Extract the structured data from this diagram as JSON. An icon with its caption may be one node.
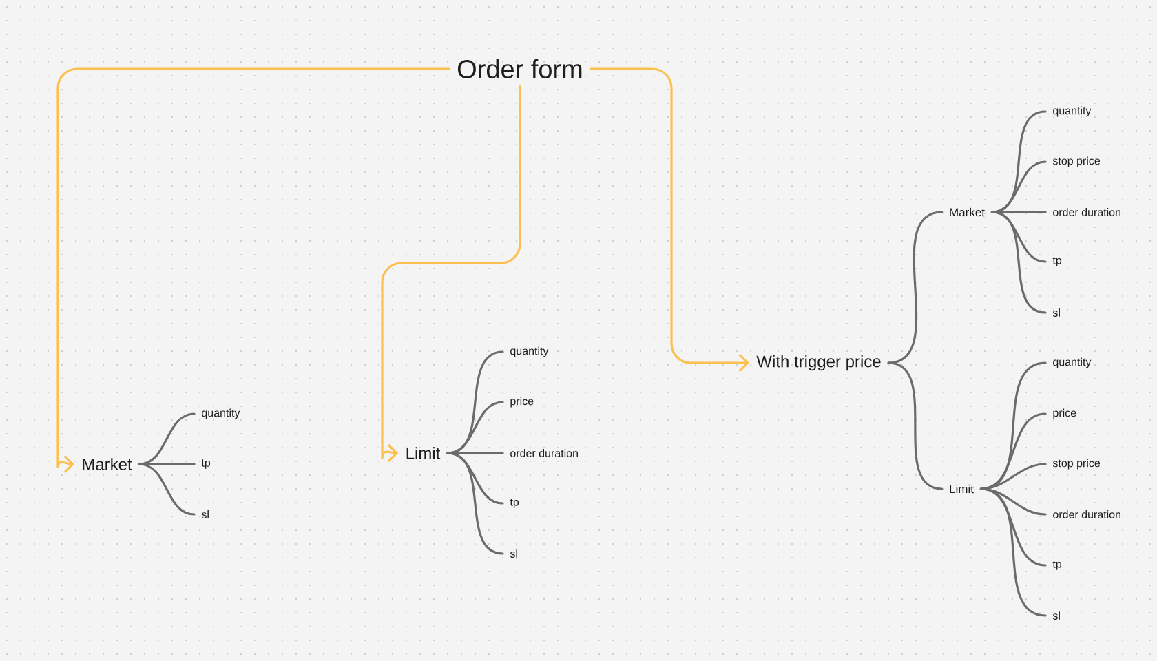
{
  "diagram": {
    "nodes": [
      {
        "text": [
          "Order form"
        ]
      },
      {
        "text": [
          "Market"
        ]
      },
      {
        "text": [
          "quantity"
        ]
      },
      {
        "text": [
          "tp"
        ]
      },
      {
        "text": [
          "sl"
        ]
      },
      {
        "text": [
          "Limit"
        ]
      },
      {
        "text": [
          "quantity"
        ]
      },
      {
        "text": [
          "price"
        ]
      },
      {
        "text": [
          "order duration"
        ]
      },
      {
        "text": [
          "tp"
        ]
      },
      {
        "text": [
          "sl"
        ]
      },
      {
        "text": [
          "With trigger price"
        ]
      },
      {
        "text": [
          "Market"
        ]
      },
      {
        "text": [
          "quantity"
        ]
      },
      {
        "text": [
          "stop price"
        ]
      },
      {
        "text": [
          "order duration"
        ]
      },
      {
        "text": [
          "tp"
        ]
      },
      {
        "text": [
          "sl"
        ]
      },
      {
        "text": [
          "Limit"
        ]
      },
      {
        "text": [
          "quantity"
        ]
      },
      {
        "text": [
          "price"
        ]
      },
      {
        "text": [
          "stop price"
        ]
      },
      {
        "text": [
          "order duration"
        ]
      },
      {
        "text": [
          "tp"
        ]
      },
      {
        "text": [
          "sl"
        ]
      }
    ],
    "edges": [
      {
        "from": 0,
        "to": 1,
        "arrow": "to",
        "color": "#fbc04f"
      },
      {
        "from": 0,
        "to": 5,
        "arrow": "to",
        "color": "#fbc04f"
      },
      {
        "from": 0,
        "to": 11,
        "arrow": "to",
        "color": "#fbc04f"
      },
      {
        "from": 1,
        "to": 2,
        "arrow": "none"
      },
      {
        "from": 1,
        "to": 3,
        "arrow": "none"
      },
      {
        "from": 1,
        "to": 4,
        "arrow": "none"
      },
      {
        "from": 5,
        "to": 6,
        "arrow": "none"
      },
      {
        "from": 5,
        "to": 7,
        "arrow": "none"
      },
      {
        "from": 5,
        "to": 8,
        "arrow": "none"
      },
      {
        "from": 5,
        "to": 9,
        "arrow": "none"
      },
      {
        "from": 5,
        "to": 10,
        "arrow": "none"
      },
      {
        "from": 11,
        "to": 12,
        "arrow": "none"
      },
      {
        "from": 11,
        "to": 18,
        "arrow": "none"
      },
      {
        "from": 12,
        "to": 13,
        "arrow": "none"
      },
      {
        "from": 12,
        "to": 14,
        "arrow": "none"
      },
      {
        "from": 12,
        "to": 15,
        "arrow": "none"
      },
      {
        "from": 12,
        "to": 16,
        "arrow": "none"
      },
      {
        "from": 12,
        "to": 17,
        "arrow": "none"
      },
      {
        "from": 18,
        "to": 19,
        "arrow": "none"
      },
      {
        "from": 18,
        "to": 20,
        "arrow": "none"
      },
      {
        "from": 18,
        "to": 21,
        "arrow": "none"
      },
      {
        "from": 18,
        "to": 22,
        "arrow": "none"
      },
      {
        "from": 18,
        "to": 23,
        "arrow": "none"
      },
      {
        "from": 18,
        "to": 24,
        "arrow": "none"
      }
    ]
  }
}
